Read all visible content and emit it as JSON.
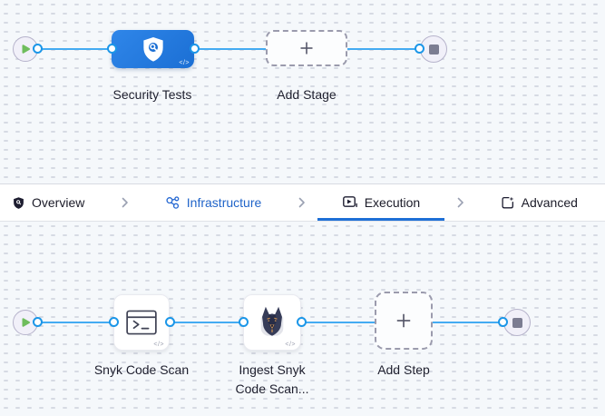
{
  "glyphs": {
    "code": "</>"
  },
  "stage_pipeline": {
    "stage_label": "Security Tests",
    "add_label": "Add Stage",
    "stage_icon": "shield-search-icon",
    "start_icon": "play-icon",
    "end_icon": "stop-icon"
  },
  "tabs": {
    "items": [
      {
        "label": "Overview",
        "icon": "shield-icon",
        "state": "default"
      },
      {
        "label": "Infrastructure",
        "icon": "infrastructure-icon",
        "state": "link"
      },
      {
        "label": "Execution",
        "icon": "execution-icon",
        "state": "selected"
      },
      {
        "label": "Advanced",
        "icon": "advanced-gear-icon",
        "state": "default"
      }
    ]
  },
  "step_pipeline": {
    "steps": [
      {
        "label": "Snyk Code Scan",
        "icon": "terminal-icon"
      },
      {
        "label": "Ingest Snyk\nCode Scan...",
        "icon": "snyk-dog-icon"
      }
    ],
    "add_label": "Add Step"
  },
  "colors": {
    "canvas_bg": "#f5f8fb",
    "grid_dot": "#d6dae3",
    "flow_line": "#44abf2",
    "connector_ring": "#1b96e8",
    "stage_fill": "#1b6fd4",
    "tab_active_underline": "#1e6fd6",
    "tab_link_text": "#2064c9",
    "tab_text": "#1b1b28",
    "node_fill": "#f1f0f9",
    "node_border": "#b6b3cb",
    "play_green": "#6fbd5d",
    "stop_gray": "#7c7d92",
    "dashed_border": "#9b9bad",
    "label_text": "#1e1f2e"
  }
}
